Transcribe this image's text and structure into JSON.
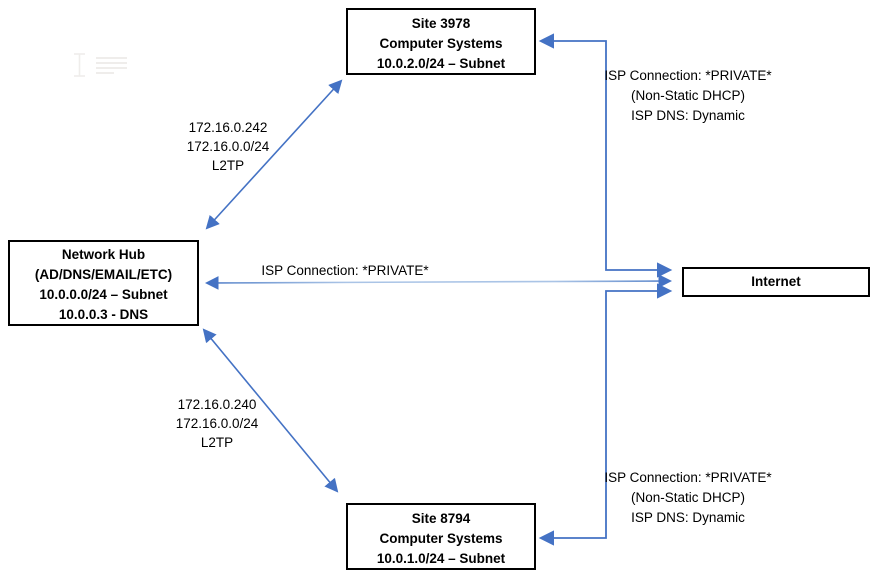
{
  "diagram": {
    "description": "Network topology diagram: a central network hub linked by L2TP VPN tunnels to two remote sites, all connecting to the Internet via private ISP connections",
    "colors": {
      "connector_blue": "#4472c4",
      "connector_light_blue": "#aac4e6",
      "box_border": "#000000",
      "text": "#000000",
      "background": "#ffffff",
      "artifact_gray": "#efedeb"
    },
    "nodes": {
      "site_top": {
        "line1": "Site 3978",
        "line2": "Computer Systems",
        "line3": "10.0.2.0/24 – Subnet"
      },
      "hub": {
        "line1": "Network Hub",
        "line2": "(AD/DNS/EMAIL/ETC)",
        "line3": "10.0.0.0/24 – Subnet",
        "line4": "10.0.0.3 - DNS"
      },
      "internet": {
        "line1": "Internet"
      },
      "site_bottom": {
        "line1": "Site 8794",
        "line2": "Computer Systems",
        "line3": "10.0.1.0/24 – Subnet"
      }
    },
    "labels": {
      "vpn_top": {
        "line1": "172.16.0.242",
        "line2": "172.16.0.0/24",
        "line3": "L2TP"
      },
      "vpn_bottom": {
        "line1": "172.16.0.240",
        "line2": "172.16.0.0/24",
        "line3": "L2TP"
      },
      "isp_hub": {
        "line1": "ISP Connection: *PRIVATE*"
      },
      "isp_top": {
        "line1": "ISP Connection: *PRIVATE*",
        "line2": "(Non-Static DHCP)",
        "line3": "ISP DNS: Dynamic"
      },
      "isp_bottom": {
        "line1": "ISP Connection: *PRIVATE*",
        "line2": "(Non-Static DHCP)",
        "line3": "ISP DNS: Dynamic"
      }
    }
  }
}
